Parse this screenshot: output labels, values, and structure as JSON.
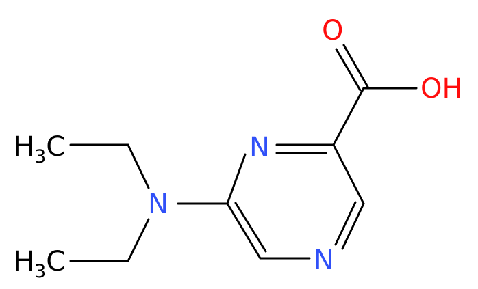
{
  "molecule": {
    "atoms": {
      "carbonyl_oxygen": {
        "label": "O",
        "color": "#ff0d0d"
      },
      "hydroxyl": {
        "label": "OH",
        "color": "#ff0d0d"
      },
      "ring_nitrogen_top": {
        "label": "N",
        "color": "#3050f8"
      },
      "ring_nitrogen_bottom": {
        "label": "N",
        "color": "#3050f8"
      },
      "amine_nitrogen": {
        "label": "N",
        "color": "#3050f8"
      },
      "methyl_top": {
        "label": "H",
        "subscript": "3",
        "suffix": "C",
        "color": "#000000"
      },
      "methyl_bottom": {
        "label": "H",
        "subscript": "3",
        "suffix": "C",
        "color": "#000000"
      }
    },
    "bond_color": "#000000"
  }
}
